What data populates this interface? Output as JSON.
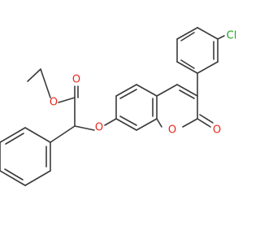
{
  "molecule": {
    "atoms": {
      "oxygen_ester_carbonyl": {
        "label": "O",
        "color": "#e8291c"
      },
      "oxygen_ester_ether": {
        "label": "O",
        "color": "#e8291c"
      },
      "oxygen_aryl_ether": {
        "label": "O",
        "color": "#e8291c"
      },
      "oxygen_ring": {
        "label": "O",
        "color": "#e8291c"
      },
      "oxygen_lactone_carbonyl": {
        "label": "O",
        "color": "#e8291c"
      },
      "chlorine": {
        "label": "Cl",
        "color": "#1fa31f"
      }
    },
    "bond_color": "#3a3a3a"
  }
}
